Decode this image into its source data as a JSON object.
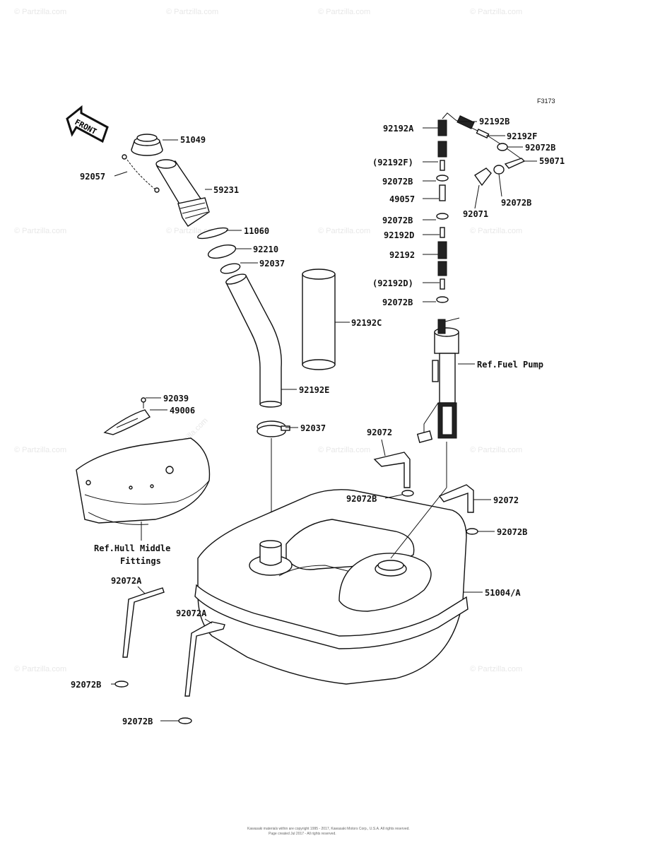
{
  "figure_code": "F3173",
  "front_label": "FRONT",
  "watermark": "© Partzilla.com",
  "watermark_diag": "Partzilla.com",
  "copyright_lines": [
    "Kawasaki materials within are copyright 1995 - 2017, Kawasaki Motors Corp., U.S.A. All rights reserved.",
    "Page created Jul 2017 - All rights reserved."
  ],
  "labels": {
    "p51049": "51049",
    "p92057": "92057",
    "p59231": "59231",
    "p11060": "11060",
    "p92210": "92210",
    "p92037a": "92037",
    "p92192C": "92192C",
    "p92192E": "92192E",
    "p92039": "92039",
    "p49006": "49006",
    "p92037b": "92037",
    "refHull1": "Ref.Hull Middle",
    "refHull2": "Fittings",
    "p92072A1": "92072A",
    "p92072B_l1": "92072B",
    "p92072A2": "92072A",
    "p92072B_l2": "92072B",
    "p92192A": "92192A",
    "p92192B": "92192B",
    "p92192F": "92192F",
    "p92072B_r1": "92072B",
    "p92192F_p": "(92192F)",
    "p59071": "59071",
    "p92072B_r2": "92072B",
    "p49057": "49057",
    "p92072B_r3": "92072B",
    "p92071": "92071",
    "p92072B_r4": "92072B",
    "p92192D": "92192D",
    "p92192": "92192",
    "p92192D_p": "(92192D)",
    "p92072B_r5": "92072B",
    "refFuelPump": "Ref.Fuel Pump",
    "p92072_1": "92072",
    "p92072B_m": "92072B",
    "p92072_2": "92072",
    "p92072B_r6": "92072B",
    "p51004A": "51004/A"
  }
}
